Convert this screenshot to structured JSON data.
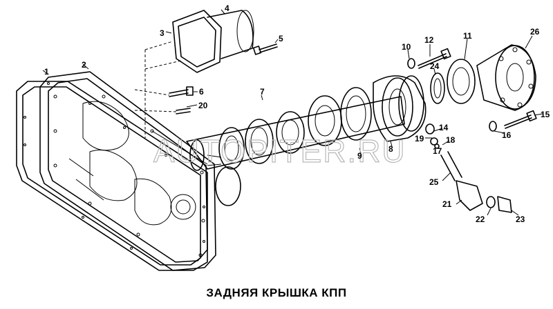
{
  "title": "ЗАДНЯЯ КРЫШКА КПП",
  "watermark": "AUTOPITER.RU",
  "callouts": [
    "1",
    "2",
    "3",
    "4",
    "5",
    "6",
    "7",
    "8",
    "9",
    "10",
    "11",
    "12",
    "14",
    "15",
    "16",
    "17",
    "18",
    "19",
    "20",
    "21",
    "22",
    "23",
    "24",
    "25",
    "26"
  ]
}
